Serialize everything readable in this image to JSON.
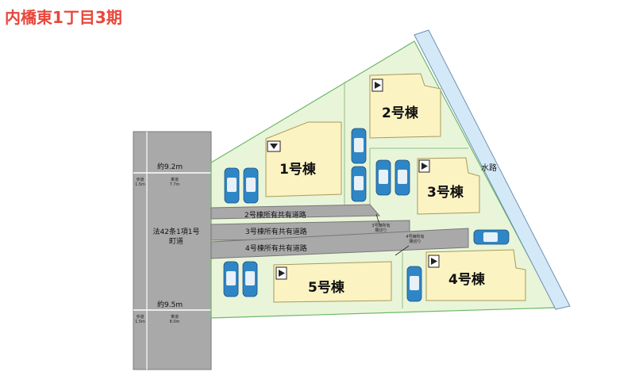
{
  "title": "内橋東1丁目3期",
  "left_road": {
    "name": "法42条1項1号\n町道",
    "top_width": "約9.2m",
    "bottom_width": "約9.5m",
    "sidewalk_top": "歩道\n1.5m",
    "carriageway_top": "車道\n7.7m",
    "sidewalk_bottom": "歩道\n1.5m",
    "carriageway_bottom": "車道\n8.0m"
  },
  "buildings": {
    "b1": "1号棟",
    "b2": "2号棟",
    "b3": "3号棟",
    "b4": "4号棟",
    "b5": "5号棟"
  },
  "shared_roads": {
    "r2": "2号棟所有共有道路",
    "r3": "3号棟所有共有道路",
    "r4": "4号棟所有共有道路"
  },
  "notes": {
    "n3": "3号棟所有\n隅切り",
    "n4": "4号棟所有\n隅切り"
  },
  "waterway": "水路",
  "colors": {
    "title": "#e8473c",
    "site": "#e9f5d9",
    "building": "#fbf3c2",
    "road": "#a9a9a9",
    "waterway": "#d4e9f7",
    "car": "#2f86c6"
  }
}
